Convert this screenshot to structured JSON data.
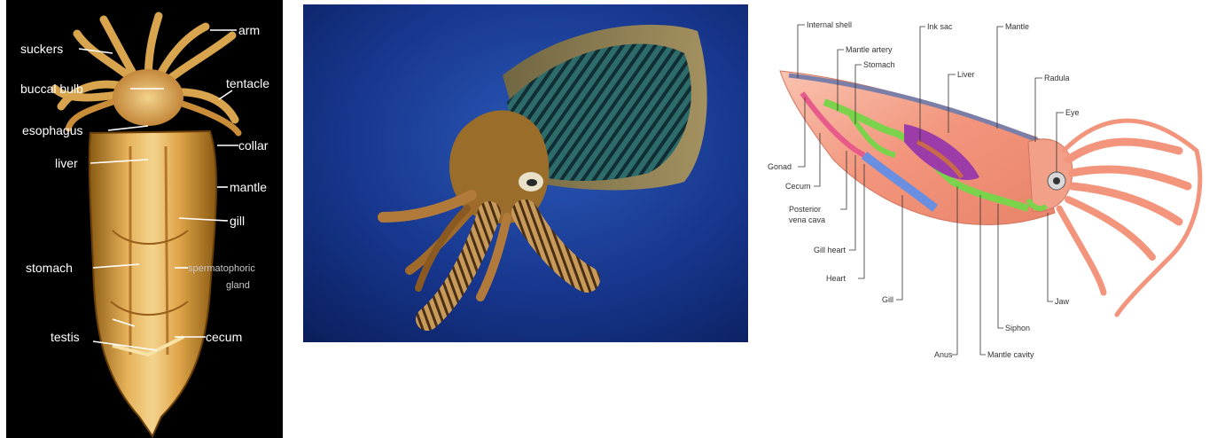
{
  "dissection": {
    "labels": {
      "suckers": "suckers",
      "arm": "arm",
      "buccal_bulb": "buccal bulb",
      "tentacle": "tentacle",
      "esophagus": "esophagus",
      "collar": "collar",
      "liver": "liver",
      "mantle": "mantle",
      "gill": "gill",
      "stomach": "stomach",
      "spermatophoric_1": "spermatophoric",
      "spermatophoric_2": "gland",
      "testis": "testis",
      "cecum": "cecum"
    }
  },
  "diagram": {
    "labels": {
      "internal_shell": "Internal shell",
      "mantle_artery": "Mantle artery",
      "stomach": "Stomach",
      "ink_sac": "Ink sac",
      "mantle": "Mantle",
      "liver": "Liver",
      "radula": "Radula",
      "eye": "Eye",
      "gonad": "Gonad",
      "cecum": "Cecum",
      "posterior_vena_cava_1": "Posterior",
      "posterior_vena_cava_2": "vena cava",
      "gill_heart": "Gill heart",
      "heart": "Heart",
      "gill": "Gill",
      "anus": "Anus",
      "mantle_cavity": "Mantle cavity",
      "siphon": "Siphon",
      "jaw": "Jaw"
    }
  }
}
